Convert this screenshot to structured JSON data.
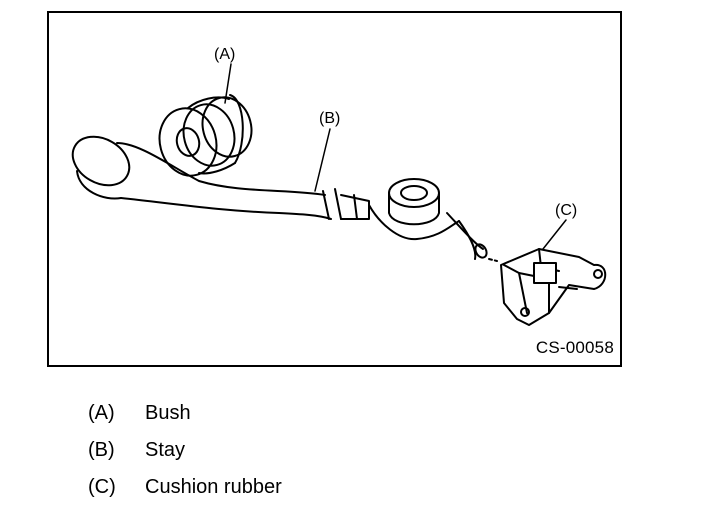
{
  "figure": {
    "callouts": {
      "a": "(A)",
      "b": "(B)",
      "c": "(C)"
    },
    "code": "CS-00058"
  },
  "legend": [
    {
      "key": "(A)",
      "text": "Bush"
    },
    {
      "key": "(B)",
      "text": "Stay"
    },
    {
      "key": "(C)",
      "text": "Cushion rubber"
    }
  ]
}
